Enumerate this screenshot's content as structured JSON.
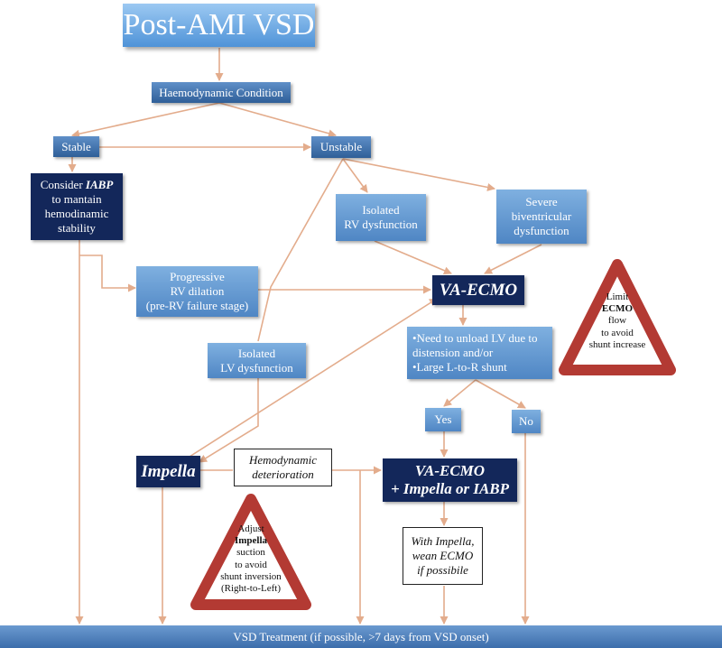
{
  "title": "Post-AMI VSD",
  "haemodynamic": "Haemodynamic Condition",
  "stable": "Stable",
  "unstable": "Unstable",
  "iabp": {
    "pre": "Consider",
    "em": "IABP",
    "post1": "to mantain",
    "post2": "hemodinamic",
    "post3": "stability"
  },
  "rv_isolated": {
    "line1": "Isolated",
    "line2": "RV dysfunction"
  },
  "biventricular": {
    "line1": "Severe",
    "line2": "biventricular",
    "line3": "dysfunction"
  },
  "progressive_rv": {
    "line1": "Progressive",
    "line2": "RV dilation",
    "line3": "(pre-RV failure stage)"
  },
  "va_ecmo": "VA-ECMO",
  "unload": {
    "line1": "•Need to unload LV due to",
    "line2": "distension and/or",
    "line3": "•Large L-to-R shunt"
  },
  "lv_isolated": {
    "line1": "Isolated",
    "line2": "LV dysfunction"
  },
  "yes": "Yes",
  "no": "No",
  "impella": "Impella",
  "deterioration": {
    "line1": "Hemodynamic",
    "line2": "deterioration"
  },
  "combo": {
    "line1": "VA-ECMO",
    "line2": "+ Impella or IABP"
  },
  "wean": {
    "line1": "With Impella,",
    "line2": "wean ECMO",
    "line3": "if possibile"
  },
  "bottom": "VSD Treatment (if possible, >7 days from VSD onset)",
  "warn_ecmo": {
    "line1": "Limit",
    "bold": "ECMO",
    "line3": "flow",
    "line4": "to avoid",
    "line5": "shunt increase"
  },
  "warn_impella": {
    "line1": "Adjust",
    "bold": "Impella",
    "line3": "suction",
    "line4": "to avoid",
    "line5": "shunt inversion",
    "line6": "(Right-to-Left)"
  },
  "colors": {
    "arrow": "#e3ac8c",
    "triangle": "#b33a33",
    "dark_box": "#13275a",
    "light_box": "#6ea0d8"
  }
}
